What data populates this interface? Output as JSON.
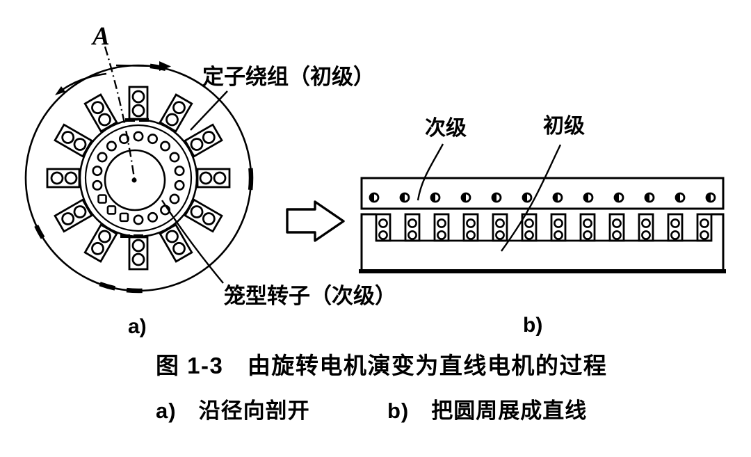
{
  "colors": {
    "ink": "#000000",
    "background": "#ffffff"
  },
  "figure": {
    "section_marker": "A",
    "stator_winding_label": "定子绕组（初级）",
    "cage_rotor_label": "笼型转子（次级）",
    "secondary_label": "次级",
    "primary_label": "初级",
    "sublabel_a": "a)",
    "sublabel_b": "b)",
    "caption": "图 1-3　由旋转电机演变为直线电机的过程",
    "legend_a": "a)　沿径向剖开",
    "legend_b": "b)　把圆周展成直线"
  },
  "diagram": {
    "rotary": {
      "stator_slot_count": 12,
      "conductors_per_slot": 2,
      "rotor_bar_count": 18
    },
    "linear": {
      "secondary_conductor_count": 12,
      "primary_slot_count": 12,
      "conductors_per_slot": 2
    }
  }
}
